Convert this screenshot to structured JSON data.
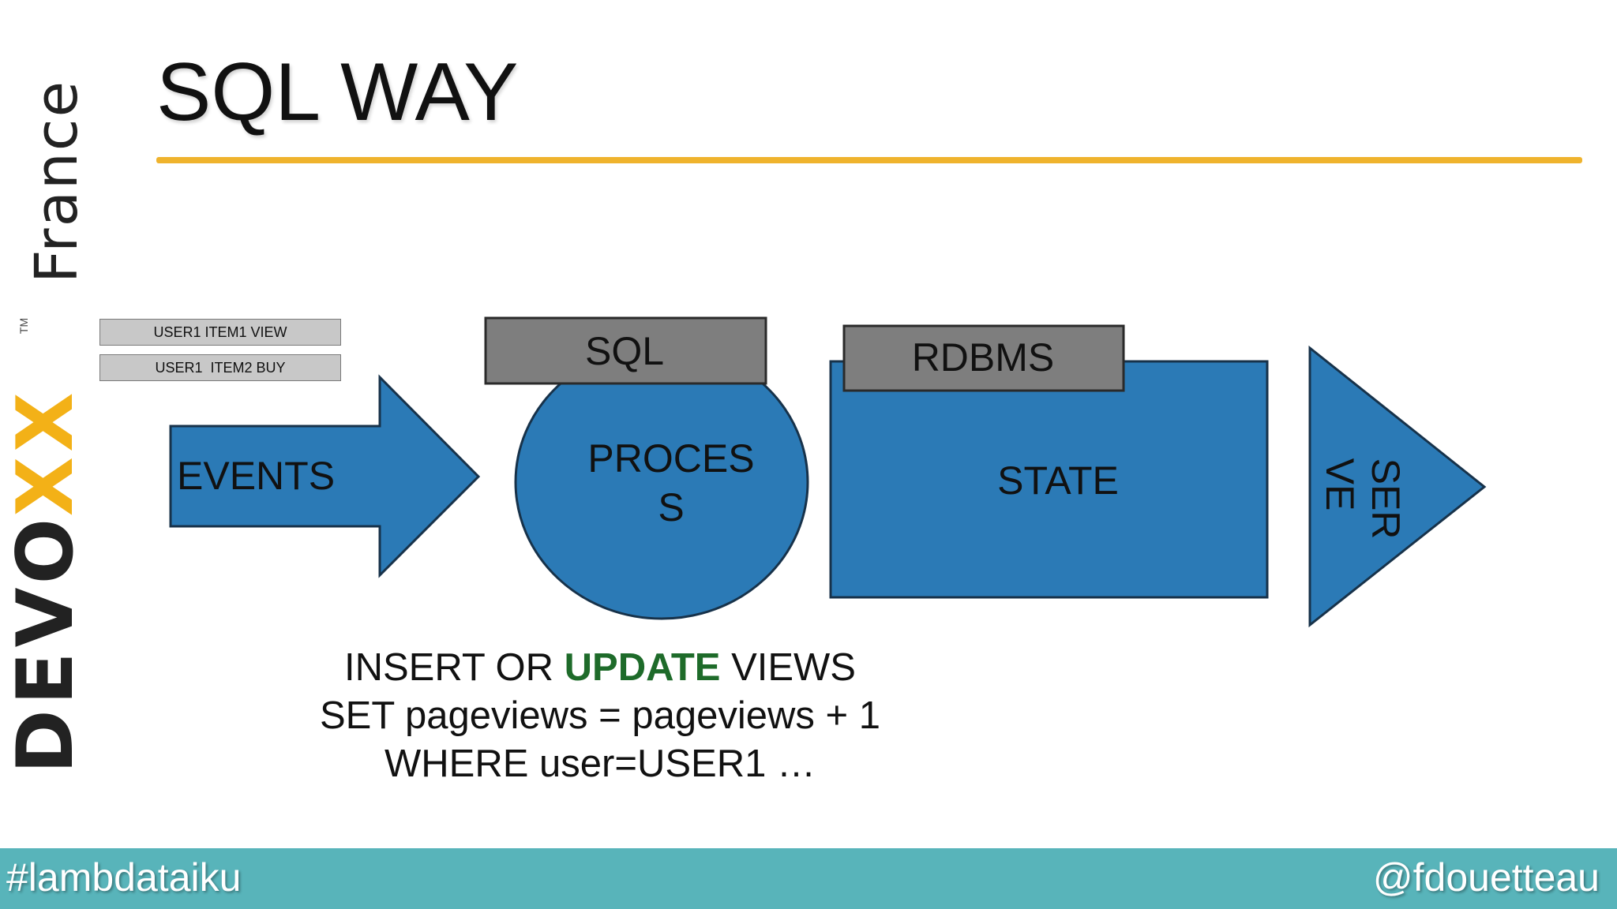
{
  "title": "SQL WAY",
  "logo": {
    "brand": "DEVOXX",
    "region": "France",
    "trademark": "TM"
  },
  "events": [
    "USER1 ITEM1 VIEW",
    "USER1  ITEM2 BUY"
  ],
  "shapes": {
    "events": "EVENTS",
    "process": "PROCES\nS",
    "state": "STATE",
    "sql": "SQL",
    "rdbms": "RDBMS",
    "serve": "SER\nVE"
  },
  "code": {
    "line1_pre": "INSERT OR ",
    "line1_kw": "UPDATE",
    "line1_post": " VIEWS",
    "line2": "SET pageviews = pageviews + 1",
    "line3": "WHERE user=USER1 …"
  },
  "footer": {
    "hashtag": "#lambdataiku",
    "handle": "@fdouetteau"
  },
  "colors": {
    "accent": "#efb32d",
    "shape_blue": "#2b7ab6",
    "box_gray": "#7e7e7e",
    "footer": "#58b4ba",
    "keyword": "#1e6b2a"
  }
}
